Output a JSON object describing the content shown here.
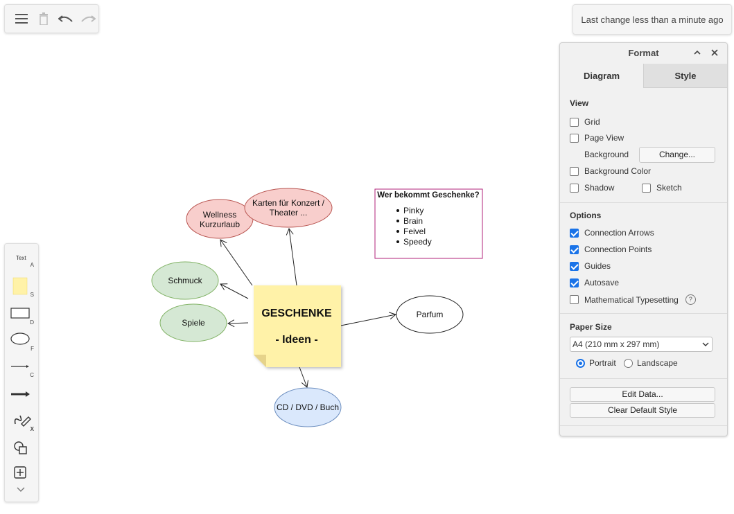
{
  "status": {
    "text": "Last change less than a minute ago"
  },
  "left_toolbar": {
    "text_label": "Text",
    "shortcuts": {
      "text": "A",
      "sticky": "S",
      "rect": "D",
      "ellipse": "F",
      "line": "C",
      "freehand": "X"
    }
  },
  "diagram": {
    "nodes": {
      "wellness": {
        "line1": "Wellness",
        "line2": "Kurzurlaub",
        "color": "#f8cecc"
      },
      "karten": {
        "line1": "Karten für Konzert /",
        "line2": "Theater ...",
        "color": "#f8cecc"
      },
      "schmuck": {
        "label": "Schmuck",
        "color": "#d5e8d4"
      },
      "spiele": {
        "label": "Spiele",
        "color": "#d5e8d4"
      },
      "parfum": {
        "label": "Parfum",
        "color": "#ffffff"
      },
      "cd": {
        "label": "CD / DVD / Buch",
        "color": "#dae8fc"
      },
      "center": {
        "title": "GESCHENKE",
        "subtitle": "- Ideen -",
        "color": "#fff2a8"
      }
    },
    "note": {
      "title": "Wer bekommt Geschenke?",
      "items": [
        "Pinky",
        "Brain",
        "Feivel",
        "Speedy"
      ],
      "border_color": "#b0207a"
    }
  },
  "format_panel": {
    "title": "Format",
    "tabs": {
      "diagram": "Diagram",
      "style": "Style"
    },
    "view": {
      "title": "View",
      "grid": {
        "label": "Grid",
        "checked": false
      },
      "page_view": {
        "label": "Page View",
        "checked": false
      },
      "background_label": "Background",
      "change_button": "Change...",
      "background_color": {
        "label": "Background Color",
        "checked": false
      },
      "shadow": {
        "label": "Shadow",
        "checked": false
      },
      "sketch": {
        "label": "Sketch",
        "checked": false
      }
    },
    "options": {
      "title": "Options",
      "connection_arrows": {
        "label": "Connection Arrows",
        "checked": true
      },
      "connection_points": {
        "label": "Connection Points",
        "checked": true
      },
      "guides": {
        "label": "Guides",
        "checked": true
      },
      "autosave": {
        "label": "Autosave",
        "checked": true
      },
      "math": {
        "label": "Mathematical Typesetting",
        "checked": false
      },
      "help": "?"
    },
    "paper": {
      "title": "Paper Size",
      "selected": "A4 (210 mm x 297 mm)",
      "portrait": "Portrait",
      "landscape": "Landscape",
      "orientation": "portrait"
    },
    "buttons": {
      "edit_data": "Edit Data...",
      "clear_style": "Clear Default Style"
    }
  },
  "accent_color": "#1a73e8"
}
